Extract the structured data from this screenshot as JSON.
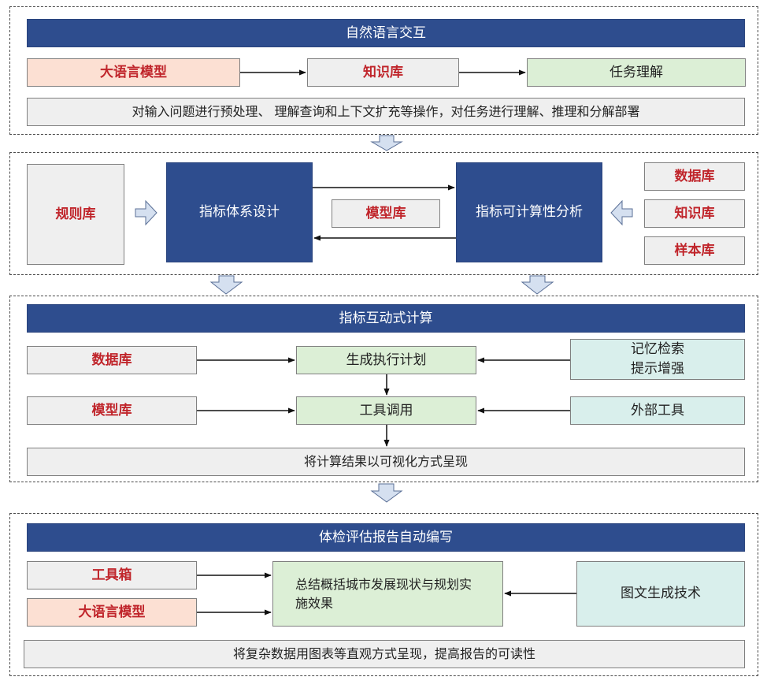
{
  "section1": {
    "header": "自然语言交互",
    "llm": "大语言模型",
    "kb": "知识库",
    "task": "任务理解",
    "desc": "对输入问题进行预处理、 理解查询和上下文扩充等操作，对任务进行理解、推理和分解部署"
  },
  "section2": {
    "rules": "规则库",
    "design": "指标体系设计",
    "model": "模型库",
    "analysis": "指标可计算性分析",
    "db": "数据库",
    "kb": "知识库",
    "samples": "样本库"
  },
  "section3": {
    "header": "指标互动式计算",
    "db": "数据库",
    "plan": "生成执行计划",
    "memory": "记忆检索\n提示增强",
    "model": "模型库",
    "tools": "工具调用",
    "external": "外部工具",
    "visual": "将计算结果以可视化方式呈现"
  },
  "section4": {
    "header": "体检评估报告自动编写",
    "toolbox": "工具箱",
    "llm": "大语言模型",
    "summary": "总结概括城市发展现状与规划实施效果",
    "graphic": "图文生成技术",
    "desc": "将复杂数据用图表等直观方式呈现，提高报告的可读性"
  }
}
